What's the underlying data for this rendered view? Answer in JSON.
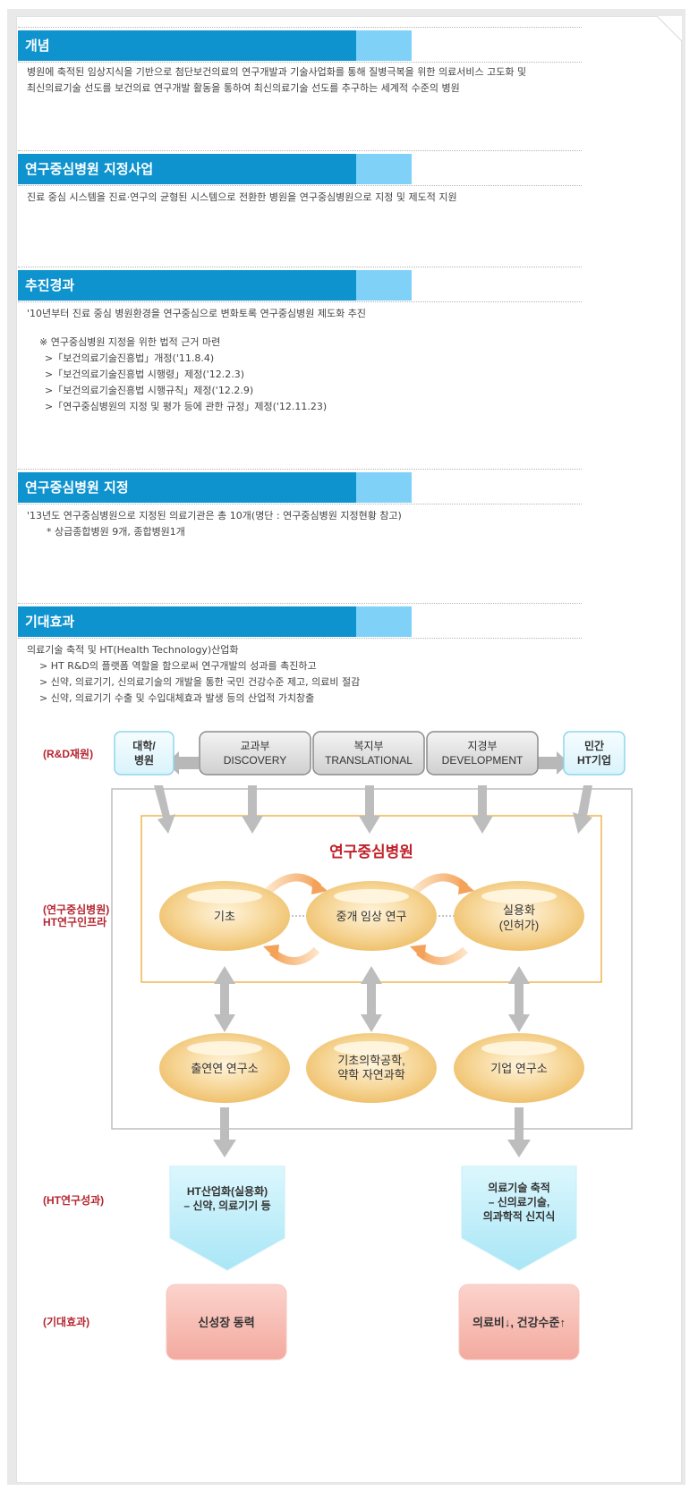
{
  "sections": [
    {
      "title": "개념",
      "lines": [
        "병원에 축적된 임상지식을 기반으로 첨단보건의료의 연구개발과 기술사업화를 통해 질병극복을 위한 의료서비스 고도화 및",
        "최신의료기술 선도를 보건의료 연구개발 활동을 통하여 최신의료기술 선도를 추구하는 세계적 수준의 병원"
      ]
    },
    {
      "title": "연구중심병원 지정사업",
      "lines": [
        "진료 중심 시스템을 진료·연구의 균형된 시스템으로 전환한 병원을 연구중심병원으로 지정 및 제도적 지원"
      ]
    },
    {
      "title": "추진경과",
      "lead": "'10년부터 진료 중심 병원환경을 연구중심으로 변화토록 연구중심병원 제도화 추진",
      "note": "※ 연구중심병원 지정을 위한 법적 근거 마련",
      "items": [
        ">「보건의료기술진흥법」개정('11.8.4)",
        ">「보건의료기술진흥법 시행령」제정('12.2.3)",
        ">「보건의료기술진흥법 시행규칙」제정('12.2.9)",
        ">「연구중심병원의 지정 및 평가 등에 관한 규정」제정('12.11.23)"
      ]
    },
    {
      "title": "연구중심병원 지정",
      "lead": "'13년도 연구중심병원으로 지정된 의료기관은 총 10개(명단 : 연구중심병원 지정현황 참고)",
      "sub": "* 상급종합병원 9개, 종합병원1개"
    },
    {
      "title": "기대효과",
      "lead": "의료기술 축적 및 HT(Health Technology)산업화",
      "items": [
        "> HT R&D의 플랫폼 역할을 함으로써 연구개발의 성과를 촉진하고",
        "> 신약, 의료기기, 신의료기술의 개발을 통한 국민 건강수준 제고, 의료비 절감",
        "> 신약, 의료기기 수출 및 수입대체효과 발생 등의 산업적 가치창출"
      ]
    }
  ],
  "diagram": {
    "row_labels": {
      "rnd": "(R&D재원)",
      "infra_1": "(연구중심병원)",
      "infra_2": "HT연구인프라",
      "results": "(HT연구성과)",
      "effect": "(기대효과)"
    },
    "funding": {
      "univ_1": "대학/",
      "univ_2": "병원",
      "edu_1": "교과부",
      "edu_2": "DISCOVERY",
      "welfare_1": "복지부",
      "welfare_2": "TRANSLATIONAL",
      "economy_1": "지경부",
      "economy_2": "DEVELOPMENT",
      "private_1": "민간",
      "private_2": "HT기업"
    },
    "hospital_title": "연구중심병원",
    "stages": {
      "basic": "기초",
      "translational": "중개 임상 연구",
      "practical_1": "실용화",
      "practical_2": "(인허가)"
    },
    "institutes": {
      "gov": "출연연 연구소",
      "science_1": "기초의학공학,",
      "science_2": "약학 자연과학",
      "company": "기업 연구소"
    },
    "results": {
      "industry_1": "HT산업화(실용화)",
      "industry_2": "– 신약, 의료기기 등",
      "tech_1": "의료기술 축적",
      "tech_2": "– 신의료기술,",
      "tech_3": "의과학적 신지식"
    },
    "effects": {
      "growth": "신성장 동력",
      "health": "의료비↓, 건강수준↑"
    },
    "colors": {
      "section_blue": "#0e93cf",
      "section_light": "#7fd1f7",
      "title_red": "#c0212a",
      "funding_gray": "#dcdcdc",
      "funding_cyan": "#e6f8fc",
      "oval_orange": "#f3c77a",
      "result_cyan": "#bfeefa",
      "effect_pink": "#f6b5ac"
    }
  }
}
